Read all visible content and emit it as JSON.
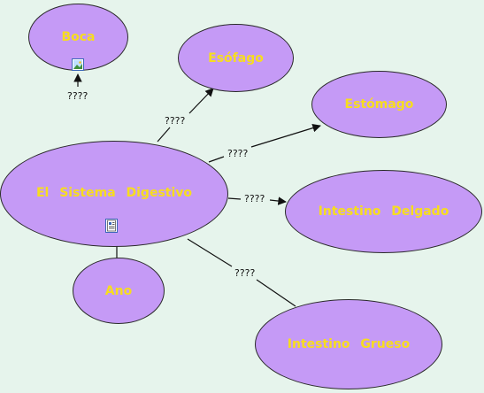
{
  "concepts": {
    "boca": "Boca",
    "esofago": "Esófago",
    "estomago": "Estómago",
    "sistema": "El Sistema Digestivo",
    "intestino_delgado": "Intestino Delgado",
    "ano": "Ano",
    "intestino_grueso": "Intestino Grueso"
  },
  "links": {
    "boca": "????",
    "esofago": "????",
    "estomago": "????",
    "intestino_delgado": "????",
    "intestino_grueso": "????"
  },
  "icons": {
    "boca_resource": "image-resource-icon",
    "sistema_resource": "document-resource-icon"
  },
  "colors": {
    "background": "#e6f4ec",
    "node_fill": "#c59af6",
    "node_text": "#f7dd1e",
    "line": "#111111"
  }
}
